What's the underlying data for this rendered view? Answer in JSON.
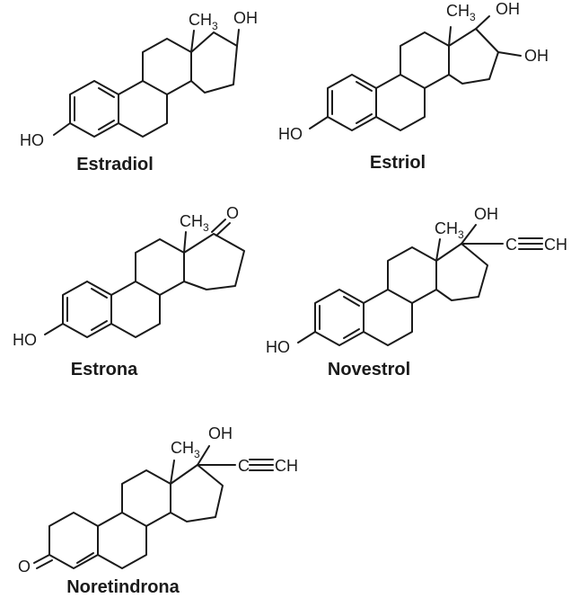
{
  "molecules": [
    {
      "name": "Estradiol",
      "aromatic_a_ring": true,
      "substituents": {
        "ring_a": "HO",
        "angular_methyl": "CH",
        "angular_methyl_sub": "3",
        "c17": "OH"
      }
    },
    {
      "name": "Estriol",
      "aromatic_a_ring": true,
      "substituents": {
        "ring_a": "HO",
        "angular_methyl": "CH",
        "angular_methyl_sub": "3",
        "c17": "OH",
        "c16": "OH"
      }
    },
    {
      "name": "Estrona",
      "aromatic_a_ring": true,
      "substituents": {
        "ring_a": "HO",
        "angular_methyl": "CH",
        "angular_methyl_sub": "3",
        "c17": "O"
      }
    },
    {
      "name": "Novestrol",
      "aromatic_a_ring": true,
      "substituents": {
        "ring_a": "HO",
        "angular_methyl": "CH",
        "angular_methyl_sub": "3",
        "c17": "OH",
        "alkyne": "C",
        "alkyne_end": "CH"
      }
    },
    {
      "name": "Noretindrona",
      "aromatic_a_ring": false,
      "substituents": {
        "ring_a": "O",
        "angular_methyl": "CH",
        "angular_methyl_sub": "3",
        "c17": "OH",
        "alkyne": "C",
        "alkyne_end": "CH"
      }
    }
  ]
}
